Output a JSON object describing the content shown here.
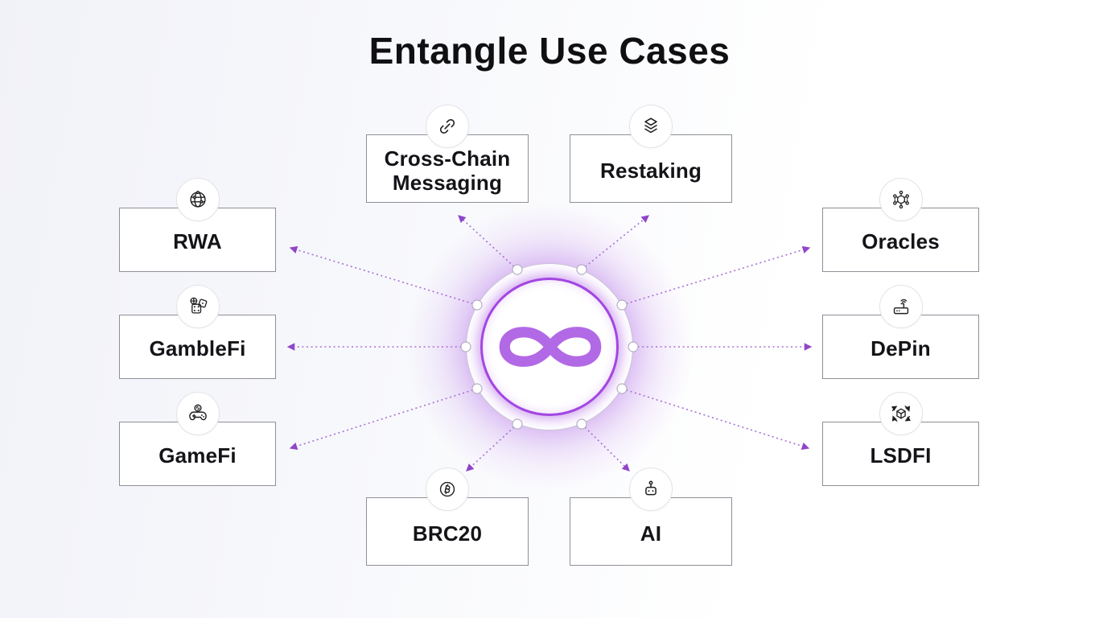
{
  "title": "Entangle Use Cases",
  "hub": {
    "logo": "entangle-infinity-logo",
    "connection_count": 10
  },
  "colors": {
    "logo_purple": "#b269e6",
    "inner_ring_purple": "#a346e2",
    "arrow_purple": "#8f46c9",
    "connector_purple": "#a76fd6",
    "box_border_gray": "#8f8f98",
    "background_left": "#f1f2f8",
    "text_dark": "#141418"
  },
  "boxes": [
    {
      "id": "cross-chain-messaging",
      "label": "Cross-Chain Messaging",
      "icon": "chain-link-icon"
    },
    {
      "id": "restaking",
      "label": "Restaking",
      "icon": "layers-icon"
    },
    {
      "id": "rwa",
      "label": "RWA",
      "icon": "globe-network-icon"
    },
    {
      "id": "gamblefi",
      "label": "GambleFi",
      "icon": "dice-icon"
    },
    {
      "id": "gamefi",
      "label": "GameFi",
      "icon": "gamepad-icon"
    },
    {
      "id": "oracles",
      "label": "Oracles",
      "icon": "network-hub-icon"
    },
    {
      "id": "depin",
      "label": "DePin",
      "icon": "router-icon"
    },
    {
      "id": "lsdfi",
      "label": "LSDFI",
      "icon": "cube-cycle-icon"
    },
    {
      "id": "brc20",
      "label": "BRC20",
      "icon": "bitcoin-icon"
    },
    {
      "id": "ai",
      "label": "AI",
      "icon": "robot-icon"
    }
  ],
  "connections": [
    {
      "from": "hub",
      "to": "Cross-Chain Messaging"
    },
    {
      "from": "hub",
      "to": "Restaking"
    },
    {
      "from": "hub",
      "to": "RWA"
    },
    {
      "from": "hub",
      "to": "GambleFi"
    },
    {
      "from": "hub",
      "to": "GameFi"
    },
    {
      "from": "hub",
      "to": "Oracles"
    },
    {
      "from": "hub",
      "to": "DePin"
    },
    {
      "from": "hub",
      "to": "LSDFI"
    },
    {
      "from": "hub",
      "to": "BRC20"
    },
    {
      "from": "hub",
      "to": "AI"
    }
  ]
}
